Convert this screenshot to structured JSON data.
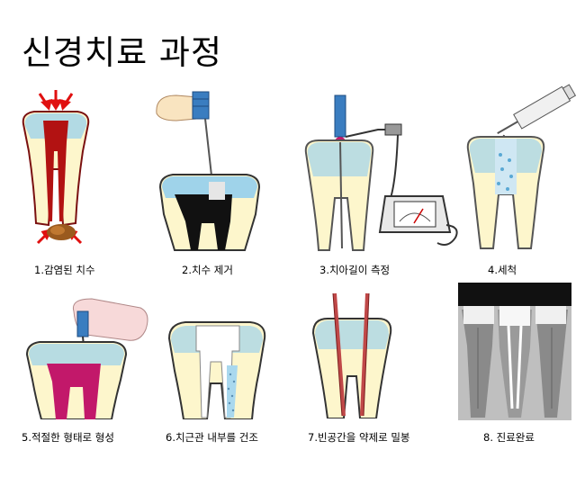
{
  "title": "신경치료 과정",
  "steps": [
    {
      "caption": "1.감염된 치수"
    },
    {
      "caption": "2.치수 제거"
    },
    {
      "caption": "3.치아길이 측정"
    },
    {
      "caption": "4.세척"
    },
    {
      "caption": "5.적절한 형태로 형성"
    },
    {
      "caption": "6.치근관 내부를 건조"
    },
    {
      "caption": "7.빈공간을 약제로 밀봉"
    },
    {
      "caption": "8. 진료완료"
    }
  ],
  "colors": {
    "enamel": "#9fd3ea",
    "dentin": "#fdf6cc",
    "pulp_infected": "#b21212",
    "pulp_shaped": "#c2186a",
    "instrument": "#3a7dc0"
  }
}
